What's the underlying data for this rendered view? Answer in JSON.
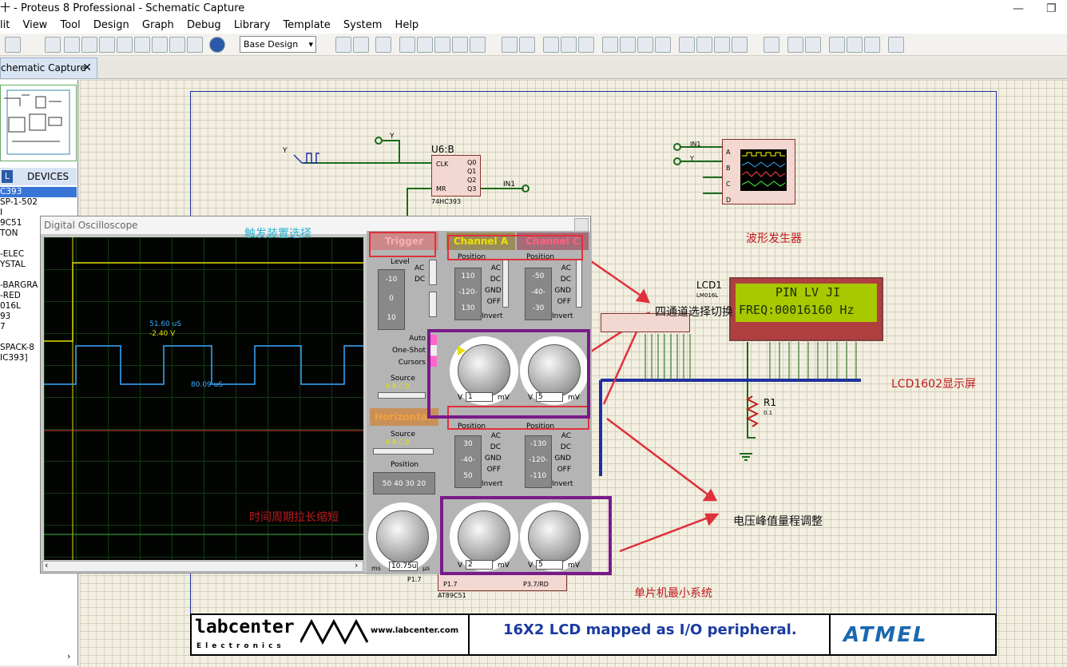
{
  "window": {
    "title": "十 - Proteus 8 Professional - Schematic Capture"
  },
  "menu": [
    "lit",
    "View",
    "Tool",
    "Design",
    "Graph",
    "Debug",
    "Library",
    "Template",
    "System",
    "Help"
  ],
  "toolbar": {
    "design_select": "Base Design"
  },
  "tabs": {
    "active": "chematic Capture"
  },
  "sidebar": {
    "devices_label": "DEVICES",
    "devices_badge": "L",
    "items": [
      "C393",
      "SP-1-502",
      "I",
      "9C51",
      "TON",
      "-ELEC",
      "YSTAL",
      "-BARGRA",
      "-RED",
      "016L",
      "93",
      "7",
      "SPACK-8",
      "IC393]"
    ]
  },
  "osc": {
    "title": "Digital Oscilloscope",
    "readout_time": "51.60 uS",
    "readout_volt": "-2.40 V",
    "readout_period": "80.09 uS",
    "trigger": "Trigger",
    "channel_a": "Channel A",
    "channel_c": "Channel C",
    "horizontal": "Horizontal",
    "level": "Level",
    "ac": "AC",
    "dc": "DC",
    "gnd": "GND",
    "off": "OFF",
    "invert": "Invert",
    "position": "Position",
    "auto": "Auto",
    "oneshot": "One-Shot",
    "cursors": "Cursors",
    "source": "Source",
    "abcd": "A B C D",
    "chA_pos": [
      "110",
      "-120-",
      "130"
    ],
    "chC_pos": [
      "-50",
      "-40-",
      "-30"
    ],
    "level_vals": [
      "-10",
      "0",
      "10"
    ],
    "chB_pos": [
      "30",
      "-40-",
      "50"
    ],
    "chD_pos": [
      "-130",
      "-120-",
      "-110"
    ],
    "hpos": "50 40 30 20",
    "chA_val": "1",
    "chC_val": "5",
    "chB_val": "2",
    "chD_val": "5",
    "unit_v": "V",
    "unit_mv": "mV",
    "time_val": "10.75u",
    "ms": "ms",
    "us": "μs"
  },
  "annot": {
    "trigger_sel": "触发装置选择",
    "four_ch": "四通道选择切换",
    "time_scale": "时间周期拉长缩短",
    "vpeak": "电压峰值量程调整",
    "wavegen": "波形发生器",
    "lcd_disp": "LCD1602显示屏",
    "mcu": "单片机最小系统"
  },
  "schematic": {
    "u6b": "U6:B",
    "clk": "CLK",
    "mr": "MR",
    "q0": "Q0",
    "q1": "Q1",
    "q2": "Q2",
    "q3": "Q3",
    "ic_name": "74HC393",
    "in1": "IN1",
    "y": "Y",
    "lcd1": "LCD1",
    "lm016": "LM016L",
    "lcd_line1": "PIN LV JI",
    "lcd_line2": "FREQ:00016160 Hz",
    "r1": "R1",
    "r1v": "0.1",
    "gen_a": "A",
    "gen_b": "B",
    "gen_c": "C",
    "gen_d": "D",
    "at89": "AT89C51",
    "p17": "P1.7",
    "p37": "P3.7/RD"
  },
  "footer": {
    "brand": "labcenter",
    "brand_sub": "Electronics",
    "url": "www.labcenter.com",
    "caption": "16X2 LCD mapped as I/O peripheral.",
    "atmel": "ATMEL"
  },
  "colors": {
    "accent_red": "#e0303a",
    "purple": "#7a1a8a",
    "ch_a": "#e8e000",
    "ch_b": "#3aa8ff"
  }
}
